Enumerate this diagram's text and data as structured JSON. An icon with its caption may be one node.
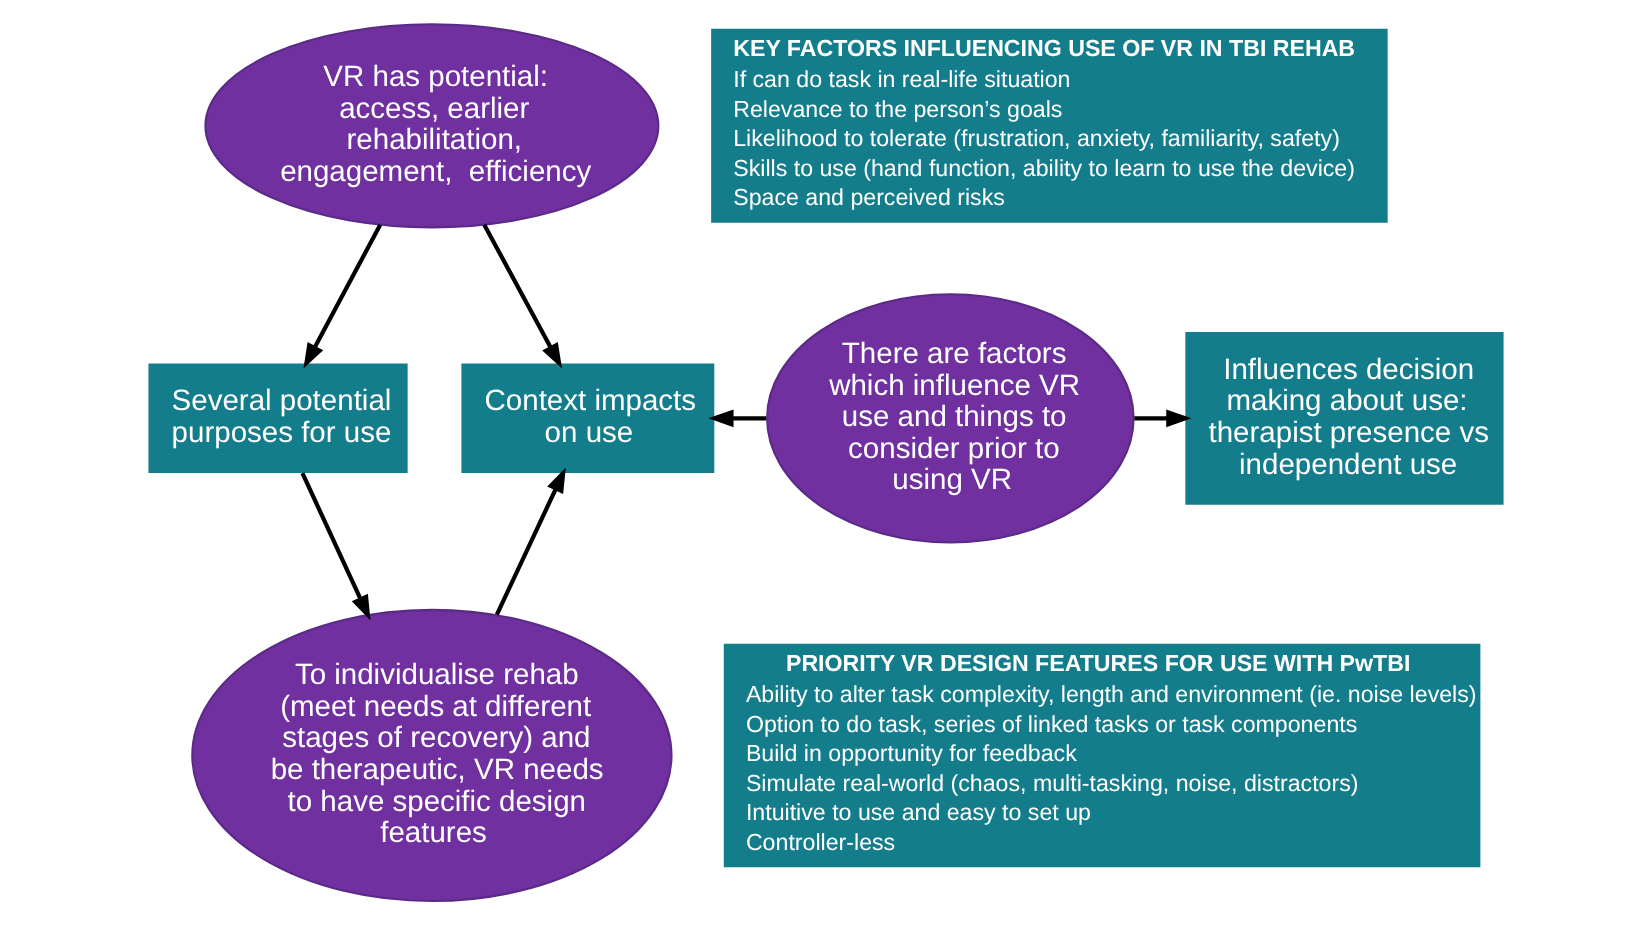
{
  "diagram": {
    "nodes": [
      {
        "text": [
          "VR has potential: access, earlier rehabilitation, engagement,  efficiency"
        ]
      },
      {
        "text": [
          "Several potential purposes for use"
        ]
      },
      {
        "text": [
          "Context impacts on use"
        ]
      },
      {
        "text": [
          "To individualise rehab (meet needs at different stages of recovery) and be therapeutic, VR needs to have specific design features"
        ]
      },
      {
        "text": [
          "There are factors which influence VR use and things to consider prior to using VR"
        ]
      },
      {
        "text": [
          "Influences decision making about use: therapist presence vs independent use"
        ]
      },
      {
        "text": [
          "KEY FACTORS INFLUENCING USE OF VR IN TBI REHAB",
          "If can do task in real-life situation",
          "Relevance to the person’s goals",
          "Likelihood to tolerate (frustration, anxiety, familiarity, safety)",
          "Skills to use (hand function, ability to learn to use the device)",
          "Space and perceived risks"
        ]
      },
      {
        "text": [
          "PRIORITY VR DESIGN FEATURES FOR USE WITH PwTBI",
          "Ability to alter task complexity, length and environment (ie. noise levels)",
          "Option to do task, series of linked tasks or task components",
          "Build in opportunity for feedback",
          "Simulate real-world (chaos, multi-tasking, noise, distractors)",
          "Intuitive to use and easy to set up",
          "Controller-less"
        ]
      }
    ],
    "edges": [
      {
        "from": 0,
        "to": 1,
        "arrow": "to"
      },
      {
        "from": 0,
        "to": 2,
        "arrow": "to"
      },
      {
        "from": 1,
        "to": 3,
        "arrow": "to"
      },
      {
        "from": 3,
        "to": 2,
        "arrow": "to"
      },
      {
        "from": 4,
        "to": 2,
        "arrow": "to"
      },
      {
        "from": 4,
        "to": 5,
        "arrow": "to"
      }
    ]
  }
}
